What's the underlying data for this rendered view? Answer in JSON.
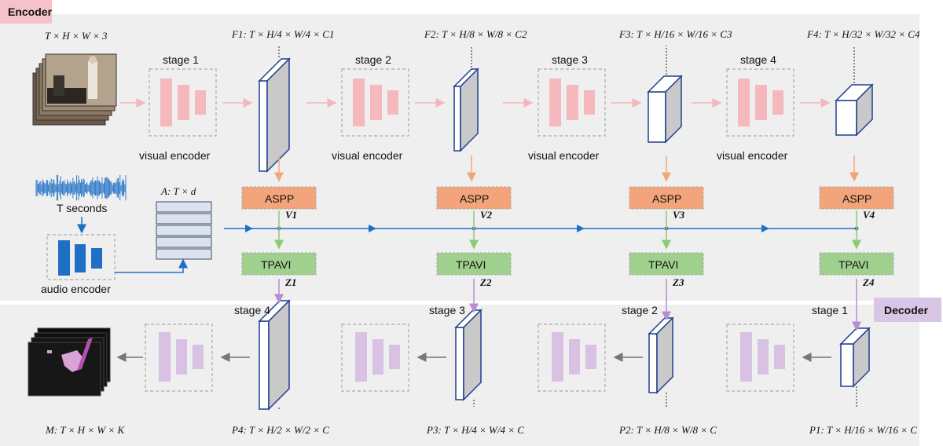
{
  "tags": {
    "encoder": "Encoder",
    "decoder": "Decoder"
  },
  "colors": {
    "encoder_tag": "#f4c2c8",
    "decoder_tag": "#d9c6e6",
    "panel": "#efefef",
    "visual_bar": "#f5b8bd",
    "decoder_bar": "#d8c1e3",
    "audio_bar": "#1f6fc5",
    "aspp": "#f4a47a",
    "tpavi": "#9fd08e",
    "timeline": "#1f6fc5",
    "arrow_pink": "#f4b6bd",
    "arrow_orange": "#f4a47a",
    "arrow_green": "#8cc97a",
    "arrow_purple": "#b58ed1",
    "arrow_gray": "#777777"
  },
  "input": {
    "label": "T × H × W × 3"
  },
  "encoder_stages": [
    {
      "stage": "stage 1",
      "caption": "visual encoder",
      "feature": "F1: T × H/4 × W/4 × C1"
    },
    {
      "stage": "stage 2",
      "caption": "visual encoder",
      "feature": "F2: T × H/8 × W/8 × C2"
    },
    {
      "stage": "stage 3",
      "caption": "visual encoder",
      "feature": "F3: T × H/16 × W/16 × C3"
    },
    {
      "stage": "stage 4",
      "caption": "visual encoder",
      "feature": "F4: T × H/32 × W/32 × C4"
    }
  ],
  "aspp": {
    "label": "ASPP",
    "outputs": [
      "V1",
      "V2",
      "V3",
      "V4"
    ]
  },
  "tpavi": {
    "label": "TPAVI",
    "outputs": [
      "Z1",
      "Z2",
      "Z3",
      "Z4"
    ]
  },
  "audio": {
    "seconds_label": "T seconds",
    "encoder_label": "audio encoder",
    "feature": "A: T × d"
  },
  "decoder_stages": [
    {
      "stage": "stage 4",
      "feature": "P4: T × H/2 × W/2 × C"
    },
    {
      "stage": "stage 3",
      "feature": "P3: T × H/4 × W/4 × C"
    },
    {
      "stage": "stage 2",
      "feature": "P2: T × H/8 × W/8 × C"
    },
    {
      "stage": "stage 1",
      "feature": "P1: T × H/16 × W/16 × C"
    }
  ],
  "output": {
    "label": "M: T × H × W × K"
  }
}
